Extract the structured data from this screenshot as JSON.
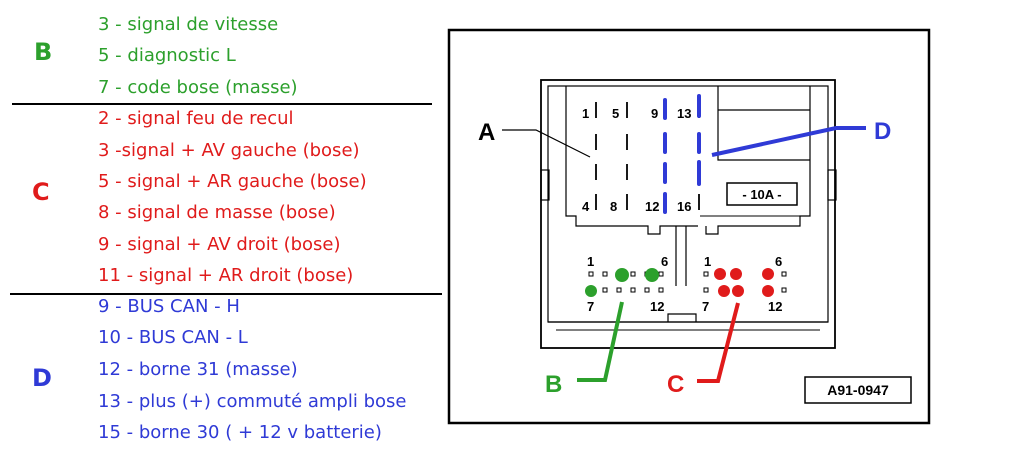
{
  "colors": {
    "green": "#2ca02c",
    "red": "#e01b1b",
    "blue": "#2f3ad6"
  },
  "groups": [
    {
      "letter": "B",
      "color": "#2ca02c",
      "lines": [
        "3 - signal de vitesse",
        "5 - diagnostic  L",
        "7 - code bose (masse)"
      ]
    },
    {
      "letter": "C",
      "color": "#e01b1b",
      "lines": [
        "2 - signal feu de recul",
        "3 -signal + AV gauche (bose)",
        "5 - signal + AR gauche (bose)",
        "8 - signal de masse (bose)",
        "9 - signal + AV droit (bose)",
        "11 - signal + AR droit (bose)"
      ]
    },
    {
      "letter": "D",
      "color": "#2f3ad6",
      "lines": [
        "9 - BUS CAN - H",
        "10 - BUS CAN -  L",
        "12 - borne 31 (masse)",
        "13 - plus (+) commuté ampli bose",
        "15 - borne 30  ( + 12 v batterie)"
      ]
    }
  ],
  "diagram": {
    "callout_a": "A",
    "callout_b": "B",
    "callout_c": "C",
    "callout_d": "D",
    "fuse_label": "- 10A -",
    "reference_code": "A91-0947",
    "upper_pin_labels": {
      "p1": "1",
      "p5": "5",
      "p9": "9",
      "p13": "13",
      "p4": "4",
      "p8": "8",
      "p12": "12",
      "p16": "16"
    },
    "lower_left_labels": {
      "top_left": "1",
      "top_right": "6",
      "bottom_left": "7",
      "bottom_right": "12"
    },
    "lower_right_labels": {
      "top_left": "1",
      "top_right": "6",
      "bottom_left": "7",
      "bottom_right": "12"
    }
  }
}
